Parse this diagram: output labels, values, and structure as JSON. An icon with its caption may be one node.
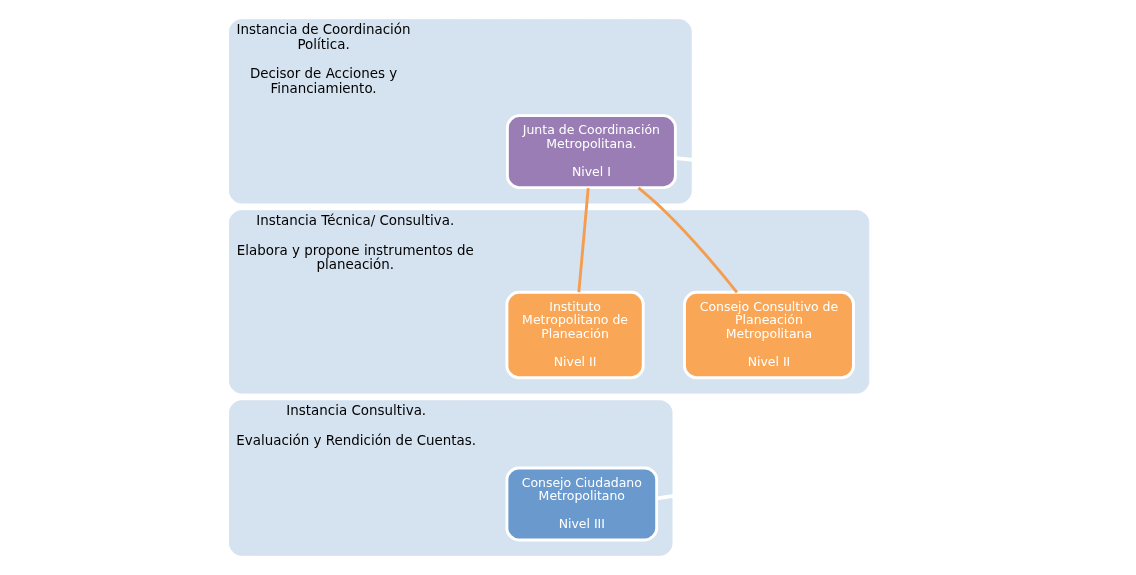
{
  "diagram": {
    "nodes": [
      {
        "text": [
          "Instancia de Coordinación Política.",
          "Decisor de Acciones y Financiamiento."
        ]
      },
      {
        "text": [
          "Junta de Coordinación Metropolitana.",
          "Nivel I"
        ],
        "in": 0
      },
      {
        "text": [
          "Instancia Técnica/ Consultiva.",
          "Elabora y propone instrumentos de planeación."
        ]
      },
      {
        "text": [
          "Instituto Metropolitano de Planeación",
          "Nivel II"
        ],
        "in": 2
      },
      {
        "text": [
          "Consejo Consultivo de Planeación Metropolitana",
          "Nivel II"
        ],
        "in": 2
      },
      {
        "text": [
          "Instancia Consultiva.",
          "Evaluación y Rendición de Cuentas."
        ]
      },
      {
        "text": [
          "Consejo Ciudadano Metropolitano",
          "Nivel III"
        ],
        "in": 5
      }
    ],
    "edges": [
      {
        "from": 1,
        "to": 3,
        "arrow": "none"
      },
      {
        "from": 1,
        "to": 4,
        "arrow": "none"
      },
      {
        "from": 1,
        "to": 6,
        "arrow": "none",
        "color": "#ffffff"
      }
    ]
  }
}
